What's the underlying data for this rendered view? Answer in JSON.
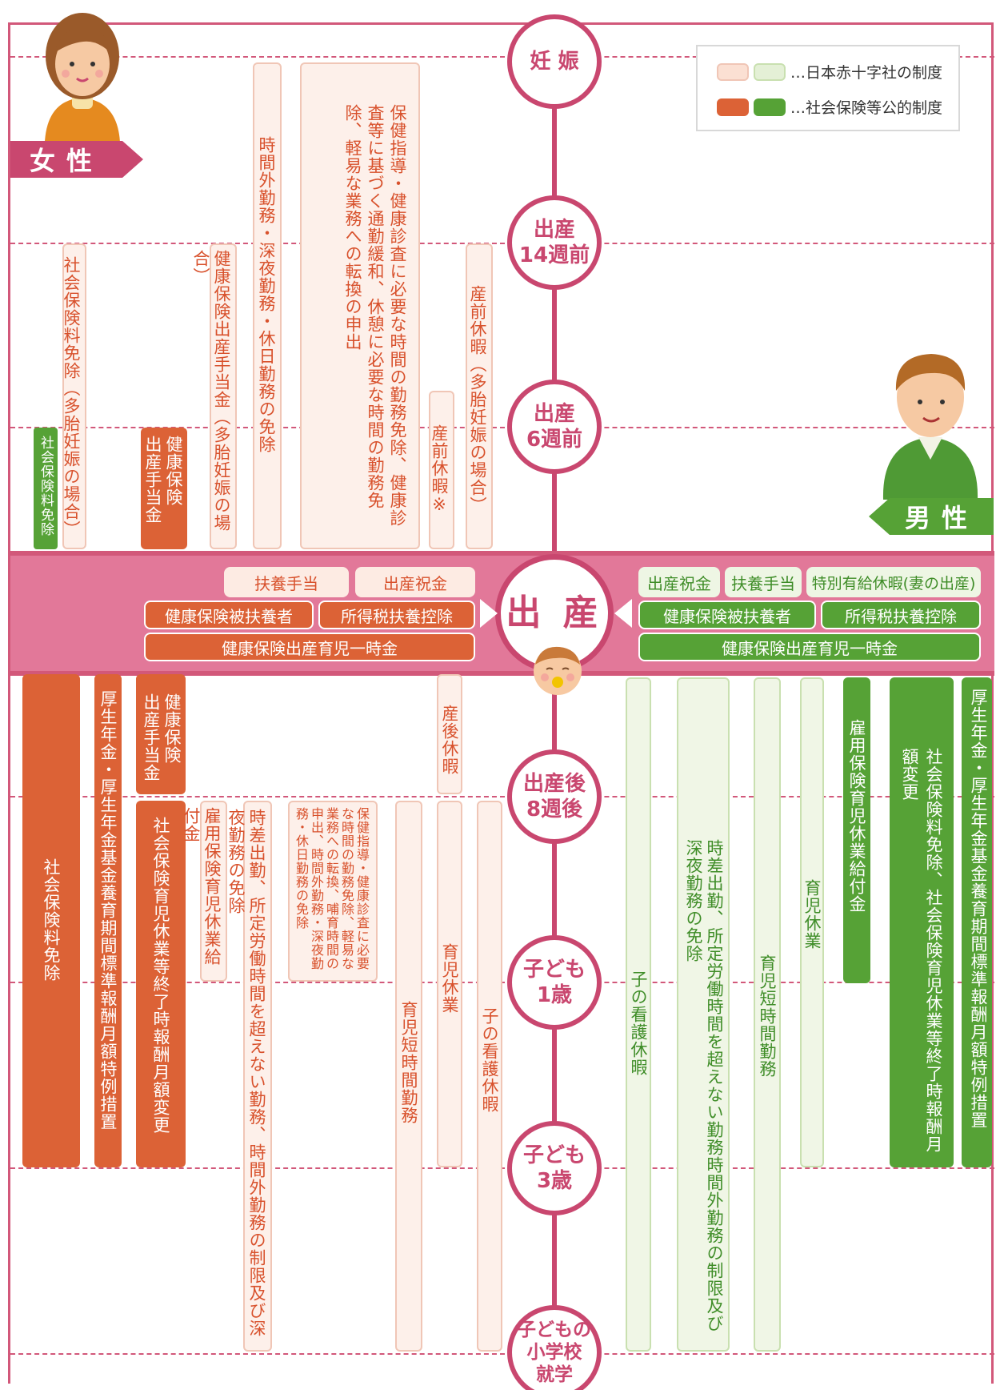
{
  "milestones": {
    "pregnancy": "妊 娠",
    "wk14": "出産\n14週前",
    "wk6": "出産\n6週前",
    "birth": "出 産",
    "wk8after": "出産後\n8週後",
    "age1": "子ども\n1歳",
    "age3": "子ども\n3歳",
    "school": "子どもの\n小学校\n就学"
  },
  "legend": {
    "rc_label": "…日本赤十字社の制度",
    "public_label": "…社会保険等公的制度"
  },
  "female_tag": "女性",
  "male_tag": "男性",
  "female_pre": {
    "ins_exempt_multi": "社会保険料免除（多胎妊娠の場合）",
    "ins_exempt": "社会保険料免除",
    "hi_childbirth_allow": "健康保険\n出産手当金",
    "hi_childbirth_allow_multi": "健康保険出産手当金（多胎妊娠の場合）",
    "overtime_exempt": "時間外勤務・深夜勤務・休日勤務の免除",
    "health_guidance": "保健指導・健康診査に必要な時間の勤務免除、健康診査等に基づく通勤緩和、休憩に必要な時間の勤務免除、軽易な業務への転換の申出",
    "prenatal_leave_multi": "産前休暇（多胎妊娠の場合）",
    "prenatal_leave": "産前休暇※"
  },
  "birth_female": {
    "dependent_allow": "扶養手当",
    "celebration": "出産祝金",
    "hi_dependent": "健康保険被扶養者",
    "tax_deduction": "所得税扶養控除",
    "lump_sum": "健康保険出産育児一時金"
  },
  "birth_male": {
    "celebration": "出産祝金",
    "dependent_allow": "扶養手当",
    "special_leave": "特別有給休暇(妻の出産)",
    "hi_dependent": "健康保険被扶養者",
    "tax_deduction": "所得税扶養控除",
    "lump_sum": "健康保険出産育児一時金"
  },
  "female_post": {
    "ins_exempt": "社会保険料免除",
    "pension_special": "厚生年金・厚生年金基金養育期間標準報酬月額特例措置",
    "hi_childbirth_allow": "健康保険\n出産手当金",
    "ins_childcare_change": "社会保険育児休業等終了時報酬月額変更",
    "emp_childcare_benefit": "雇用保険育児休業給付金",
    "staggered_work": "時差出勤、所定労働時間を超えない勤務、時間外勤務の制限及び深夜勤務の免除",
    "health_guidance_post": "保健指導・健康診査に必要な時間の勤務免除、軽易な業務への転換、哺育時間の申出、時間外勤務・深夜勤務・休日勤務の免除",
    "short_hours": "育児短時間勤務",
    "postnatal_leave": "産後休暇",
    "childcare_leave": "育児休業",
    "sick_child_leave": "子の看護休暇"
  },
  "male_post": {
    "sick_child_leave": "子の看護休暇",
    "staggered_work": "時差出勤、所定労働時間を超えない勤務時間外勤務の制限及び深夜勤務の免除",
    "short_hours": "育児短時間勤務",
    "childcare_leave": "育児休業",
    "emp_childcare_benefit": "雇用保険育児休業給付金",
    "ins_exempt_change": "社会保険料免除、社会保険育児休業等終了時報酬月額変更",
    "pension_special": "厚生年金・厚生年金基金養育期間標準報酬月額特例措置"
  },
  "colors": {
    "accent_pink": "#c9476f",
    "band_pink": "#e27899",
    "rc_orange_light": "#fdf0ea",
    "public_orange": "#dc6236",
    "rc_green_light": "#f0f6e6",
    "public_green": "#56a236"
  }
}
